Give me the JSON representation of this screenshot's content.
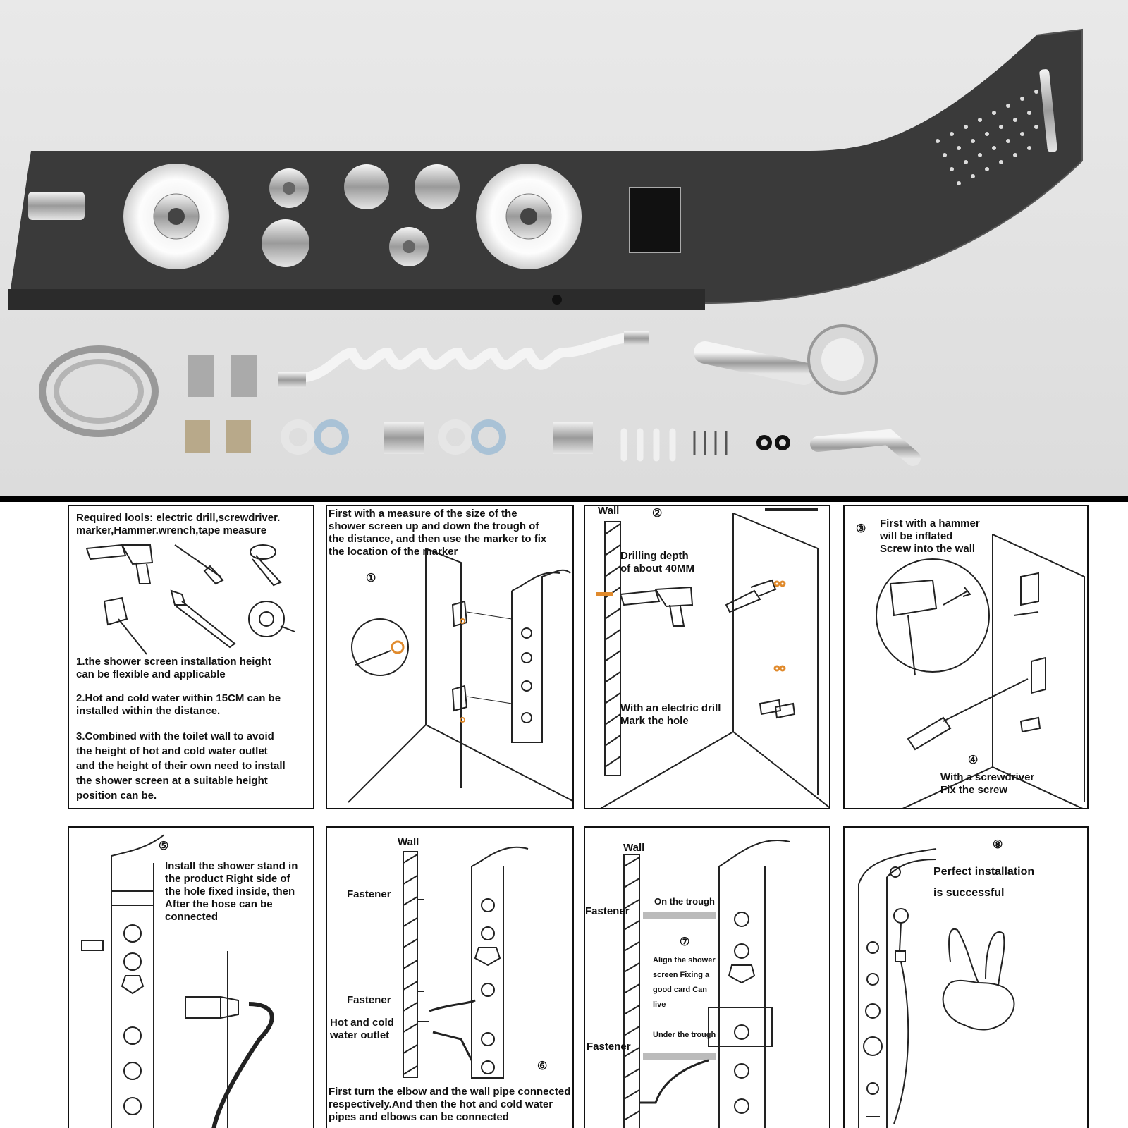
{
  "panel1": {
    "tools_text": "Required lools: electric drill,screwdriver.\n marker,Hammer.wrench,tape measure",
    "note1": "1.the shower screen installation height\n    can be flexible and applicable",
    "note2": "2.Hot and cold water within 15CM can be\ninstalled within the distance.",
    "note3": "3.Combined with the toilet wall to avoid\nthe height of hot and cold water outlet\nand the height of their own need to install\nthe shower screen at a suitable height\nposition can be."
  },
  "panel2": {
    "text": "First with a measure of the size of the\nshower screen up and down the trough of\nthe distance, and then use the marker to fix\nthe location of the marker",
    "step": "①"
  },
  "panel3": {
    "wall": "Wall",
    "step": "②",
    "drill_depth": "Drilling depth\nof about 40MM",
    "mark_hole": "With an electric drill\nMark the hole"
  },
  "panel4": {
    "step3": "③",
    "hammer_text": "First with a hammer\nwill be inflated\nScrew into the wall",
    "step4": "④",
    "screw_text": "With a screwdriver\nFix the screw"
  },
  "panel5": {
    "step": "⑤",
    "text": "Install the shower stand in\nthe product Right side of\nthe hole fixed inside, then\nAfter the hose can be\nconnected"
  },
  "panel6": {
    "wall": "Wall",
    "fastener_top": "Fastener",
    "fastener_bottom": "Fastener",
    "outlet": "Hot and cold\n water outlet",
    "step": "⑥",
    "text": "First turn the elbow and the wall pipe connected\nrespectively.And then the hot and cold water\npipes and elbows can be connected"
  },
  "panel7": {
    "wall": "Wall",
    "fastener_top": "Fastener",
    "on_trough": "On the trough",
    "step": "⑦",
    "align_text": "Align the shower\nscreen Fixing a\ngood card Can\nlive",
    "under_trough": "Under the trough",
    "fastener_bottom": "Fastener"
  },
  "panel8": {
    "step": "⑧",
    "text": "Perfect installation\nis successful"
  }
}
